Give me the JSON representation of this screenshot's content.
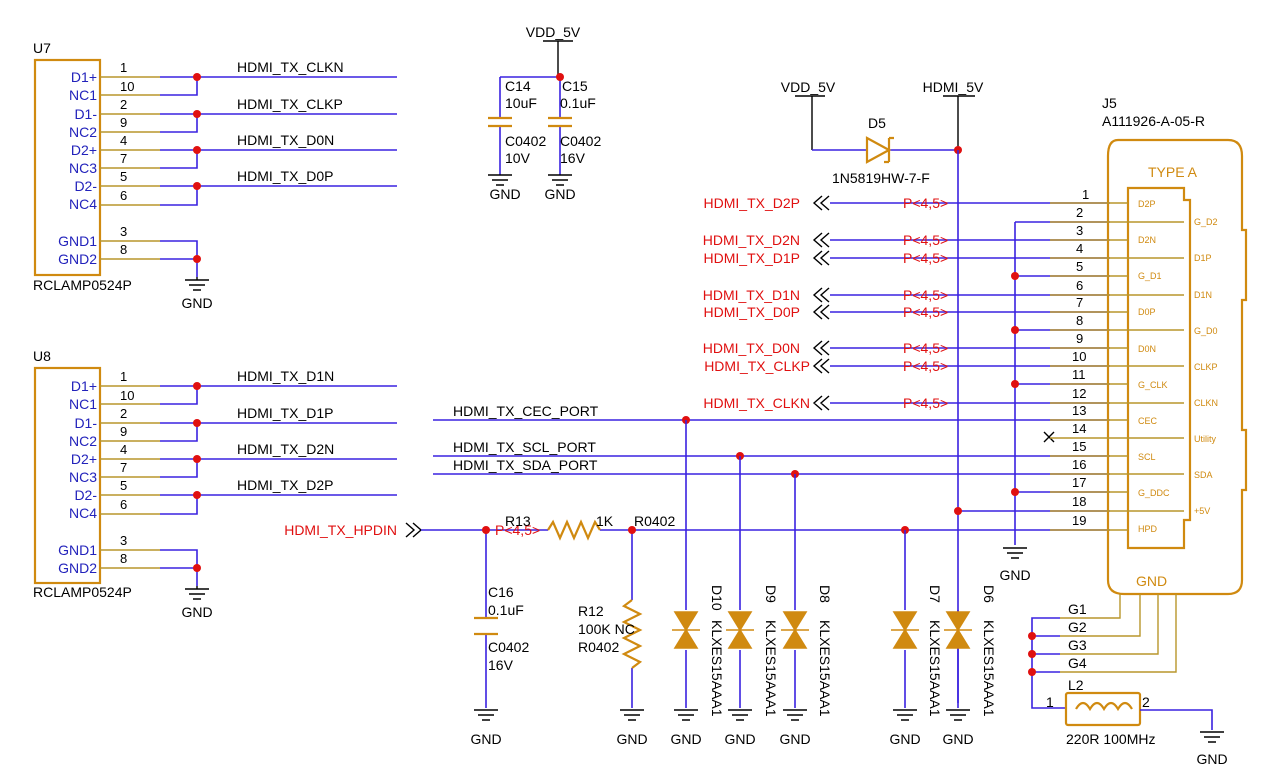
{
  "u7": {
    "ref": "U7",
    "part": "RCLAMP0524P",
    "pins": [
      {
        "name": "D1+",
        "num": "1"
      },
      {
        "name": "NC1",
        "num": "10"
      },
      {
        "name": "D1-",
        "num": "2"
      },
      {
        "name": "NC2",
        "num": "9"
      },
      {
        "name": "D2+",
        "num": "4"
      },
      {
        "name": "NC3",
        "num": "7"
      },
      {
        "name": "D2-",
        "num": "5"
      },
      {
        "name": "NC4",
        "num": "6"
      },
      {
        "name": "GND1",
        "num": "3"
      },
      {
        "name": "GND2",
        "num": "8"
      }
    ],
    "nets": [
      "HDMI_TX_CLKN",
      "HDMI_TX_CLKP",
      "HDMI_TX_D0N",
      "HDMI_TX_D0P"
    ],
    "gnd": "GND"
  },
  "u8": {
    "ref": "U8",
    "part": "RCLAMP0524P",
    "pins": [
      {
        "name": "D1+",
        "num": "1"
      },
      {
        "name": "NC1",
        "num": "10"
      },
      {
        "name": "D1-",
        "num": "2"
      },
      {
        "name": "NC2",
        "num": "9"
      },
      {
        "name": "D2+",
        "num": "4"
      },
      {
        "name": "NC3",
        "num": "7"
      },
      {
        "name": "D2-",
        "num": "5"
      },
      {
        "name": "NC4",
        "num": "6"
      },
      {
        "name": "GND1",
        "num": "3"
      },
      {
        "name": "GND2",
        "num": "8"
      }
    ],
    "nets": [
      "HDMI_TX_D1N",
      "HDMI_TX_D1P",
      "HDMI_TX_D2N",
      "HDMI_TX_D2P"
    ],
    "gnd": "GND"
  },
  "caps_top": {
    "rail": "VDD_5V",
    "c14": {
      "ref": "C14",
      "value": "10uF",
      "pkg": "C0402",
      "volt": "10V"
    },
    "c15": {
      "ref": "C15",
      "value": "0.1uF",
      "pkg": "C0402",
      "volt": "16V"
    },
    "gnd": "GND"
  },
  "power": {
    "vdd": "VDD_5V",
    "hdmi5v": "HDMI_5V",
    "d5_ref": "D5",
    "d5_part": "1N5819HW-7-F"
  },
  "connector": {
    "ref": "J5",
    "part": "A111926-A-05-R",
    "type_label": "TYPE A",
    "gnd_label": "GND",
    "pin_numbers": [
      "1",
      "2",
      "3",
      "4",
      "5",
      "6",
      "7",
      "8",
      "9",
      "10",
      "11",
      "12",
      "13",
      "14",
      "15",
      "16",
      "17",
      "18",
      "19"
    ],
    "inner_left": [
      "D2P",
      "D2N",
      "G_D1",
      "D0P",
      "D0N",
      "G_CLK",
      "CEC",
      "SCL",
      "G_DDC",
      "HPD"
    ],
    "inner_right": [
      "G_D2",
      "D1P",
      "D1N",
      "G_D0",
      "CLKP",
      "CLKN",
      "Utility",
      "SDA",
      "+5V"
    ],
    "shield_pins": [
      "G1",
      "G2",
      "G3",
      "G4"
    ]
  },
  "ports": [
    {
      "net": "HDMI_TX_D2P",
      "pcb": "P<4,5>"
    },
    {
      "net": "HDMI_TX_D2N",
      "pcb": "P<4,5>"
    },
    {
      "net": "HDMI_TX_D1P",
      "pcb": "P<4,5>"
    },
    {
      "net": "HDMI_TX_D1N",
      "pcb": "P<4,5>"
    },
    {
      "net": "HDMI_TX_D0P",
      "pcb": "P<4,5>"
    },
    {
      "net": "HDMI_TX_D0N",
      "pcb": "P<4,5>"
    },
    {
      "net": "HDMI_TX_CLKP",
      "pcb": "P<4,5>"
    },
    {
      "net": "HDMI_TX_CLKN",
      "pcb": "P<4,5>"
    }
  ],
  "ddc": {
    "cec": "HDMI_TX_CEC_PORT",
    "scl": "HDMI_TX_SCL_PORT",
    "sda": "HDMI_TX_SDA_PORT"
  },
  "hpd": {
    "net": "HDMI_TX_HPDIN",
    "pcb": "P<4,5>",
    "r13": {
      "ref": "R13",
      "value": "1K",
      "pkg": "R0402"
    },
    "r12": {
      "ref": "R12",
      "value": "100K NC",
      "pkg": "R0402"
    },
    "c16": {
      "ref": "C16",
      "value": "0.1uF",
      "pkg": "C0402",
      "volt": "16V"
    },
    "gnd": "GND"
  },
  "tvs": [
    {
      "ref": "D10",
      "part": "KLXES15AAA1"
    },
    {
      "ref": "D9",
      "part": "KLXES15AAA1"
    },
    {
      "ref": "D8",
      "part": "KLXES15AAA1"
    },
    {
      "ref": "D7",
      "part": "KLXES15AAA1"
    },
    {
      "ref": "D6",
      "part": "KLXES15AAA1"
    }
  ],
  "ferrite": {
    "ref": "L2",
    "value": "220R 100MHz",
    "pin1": "1",
    "pin2": "2"
  },
  "gnd_label": "GND"
}
